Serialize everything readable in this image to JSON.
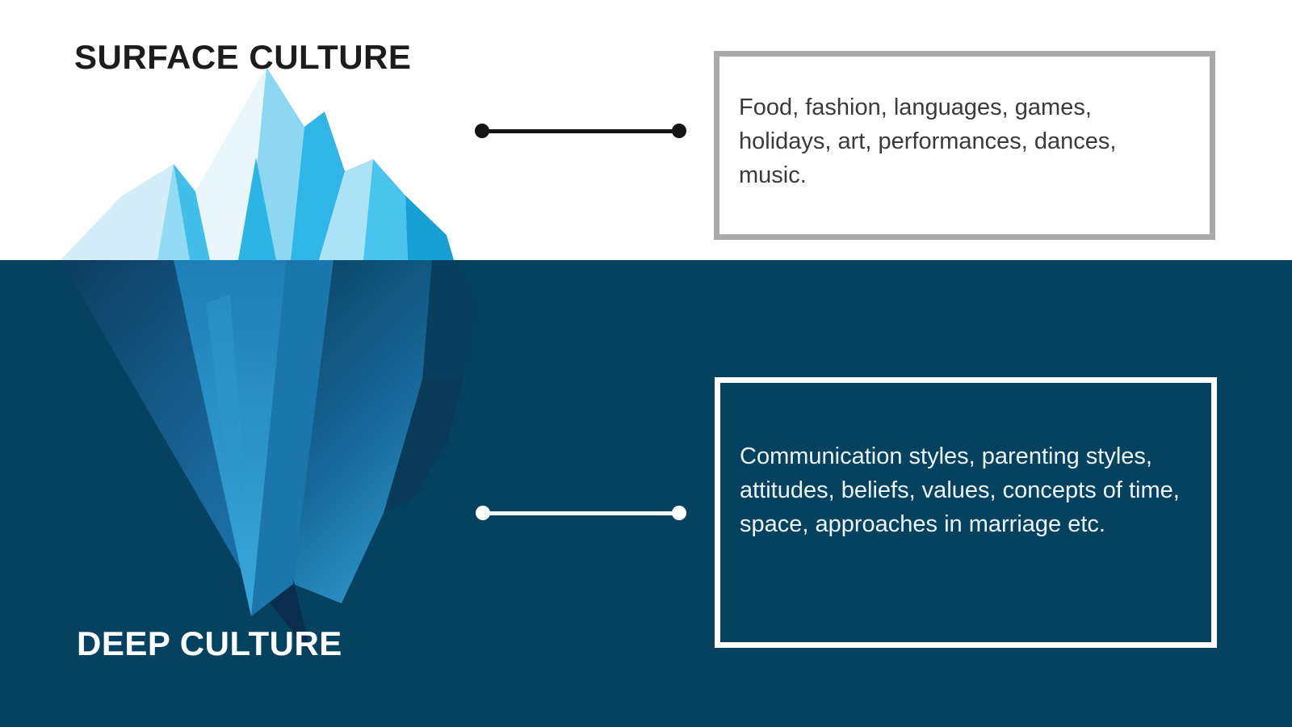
{
  "diagram": {
    "name": "culture-iceberg-diagram",
    "surface_section": {
      "label": "SURFACE CULTURE",
      "description": "Food, fashion, languages, games, holidays, art, performances, dances, music."
    },
    "deep_section": {
      "label": "DEEP CULTURE",
      "description": "Communication styles, parenting styles, attitudes, beliefs, values, concepts of time, space, approaches in marriage etc."
    },
    "icons": {
      "iceberg": "iceberg-illustration"
    },
    "colors": {
      "surface_background": "#ffffff",
      "deep_water_background": "#05425f",
      "surface_title": "#1c1c1c",
      "deep_title": "#ffffff",
      "surface_box_border": "#a9a9a9",
      "deep_box_border": "#ffffff",
      "surface_box_text": "#3a3a3a",
      "deep_box_text": "#eef5f8",
      "surface_connector": "#141414",
      "deep_connector": "#ffffff",
      "iceberg_bright_cyan": "#2fb5e6",
      "iceberg_pale": "#e9f6fc",
      "iceberg_underwater_blue": "#1b76ab"
    }
  }
}
